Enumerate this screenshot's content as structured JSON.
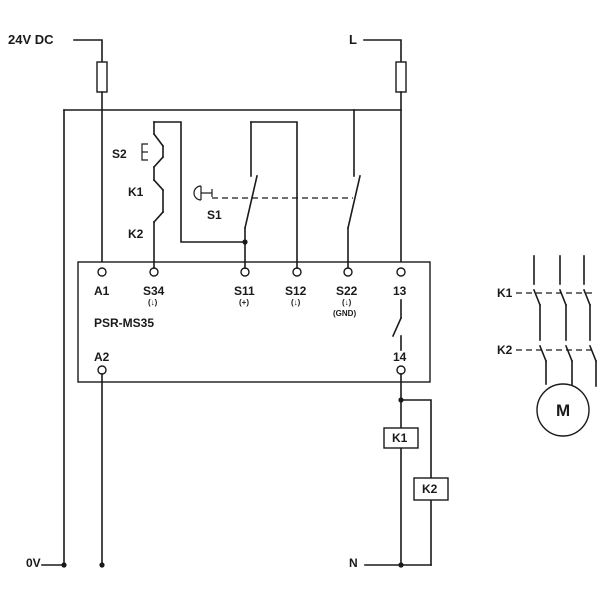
{
  "supply": {
    "dc_label": "24V DC",
    "ac_label": "L",
    "zero_label": "0V",
    "neutral_label": "N"
  },
  "relay": {
    "model": "PSR-MS35"
  },
  "terminals": {
    "a1": "A1",
    "a2": "A2",
    "s34": "S34",
    "s34_sub": "(↓)",
    "s11": "S11",
    "s11_sub": "(+)",
    "s12": "S12",
    "s12_sub": "(↓)",
    "s22": "S22",
    "s22_sub": "(↓)",
    "s22_sub2": "(GND)",
    "t13": "13",
    "t14": "14"
  },
  "switches": {
    "s2": "S2",
    "k1": "K1",
    "k2": "K2",
    "s1": "S1"
  },
  "coils": {
    "k1": "K1",
    "k2": "K2"
  },
  "motor": {
    "k1": "K1",
    "k2": "K2",
    "label": "M"
  }
}
